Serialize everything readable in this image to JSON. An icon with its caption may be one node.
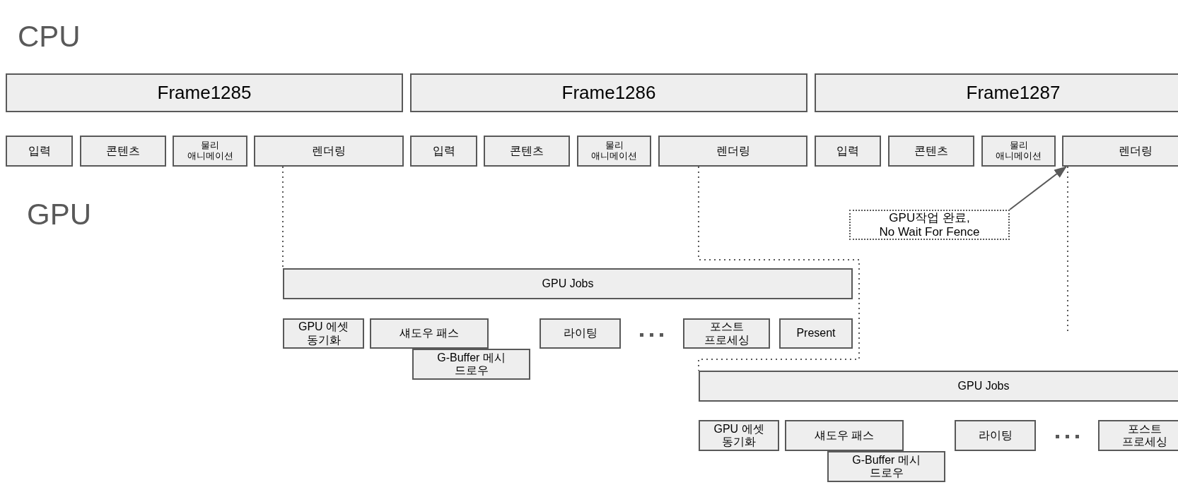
{
  "diagram": {
    "nodes": [
      {
        "text": [
          "Frame1285"
        ]
      },
      {
        "text": [
          "Frame1286"
        ]
      },
      {
        "text": [
          "Frame1287"
        ]
      },
      {
        "text": [
          "입력"
        ]
      },
      {
        "text": [
          "콘텐츠"
        ]
      },
      {
        "text": [
          "물리 애니메이션"
        ]
      },
      {
        "text": [
          "렌더링"
        ]
      },
      {
        "text": [
          "입력"
        ]
      },
      {
        "text": [
          "콘텐츠"
        ]
      },
      {
        "text": [
          "물리 애니메이션"
        ]
      },
      {
        "text": [
          "렌더링"
        ]
      },
      {
        "text": [
          "입력"
        ]
      },
      {
        "text": [
          "콘텐츠"
        ]
      },
      {
        "text": [
          "물리 애니메이션"
        ]
      },
      {
        "text": [
          "렌더링"
        ]
      },
      {
        "text": [
          "GPU작업 완료, No Wait For Fence"
        ]
      },
      {
        "text": [
          "GPU Jobs"
        ]
      },
      {
        "text": [
          "GPU 에셋 동기화"
        ]
      },
      {
        "text": [
          "섀도우 패스"
        ]
      },
      {
        "text": [
          "G-Buffer 메시 드로우"
        ]
      },
      {
        "text": [
          "라이팅"
        ]
      },
      {
        "text": [
          "포스트 프로세싱"
        ]
      },
      {
        "text": [
          "Present"
        ]
      },
      {
        "text": [
          "GPU Jobs"
        ]
      },
      {
        "text": [
          "GPU 에셋 동기화"
        ]
      },
      {
        "text": [
          "섀도우 패스"
        ]
      },
      {
        "text": [
          "G-Buffer 메시 드로우"
        ]
      },
      {
        "text": [
          "라이팅"
        ]
      },
      {
        "text": [
          "포스트 프로세싱"
        ]
      }
    ],
    "edges": [
      {
        "from": 6,
        "to": 16,
        "arrow": "none",
        "style": "dashed"
      },
      {
        "from": 10,
        "to": 23,
        "arrow": "none",
        "style": "dashed"
      },
      {
        "from": 15,
        "to": 14,
        "arrow": "to"
      },
      {
        "from": 14,
        "to": null,
        "arrow": "none",
        "style": "dashed"
      }
    ],
    "labels": [
      "CPU",
      "GPU"
    ]
  }
}
